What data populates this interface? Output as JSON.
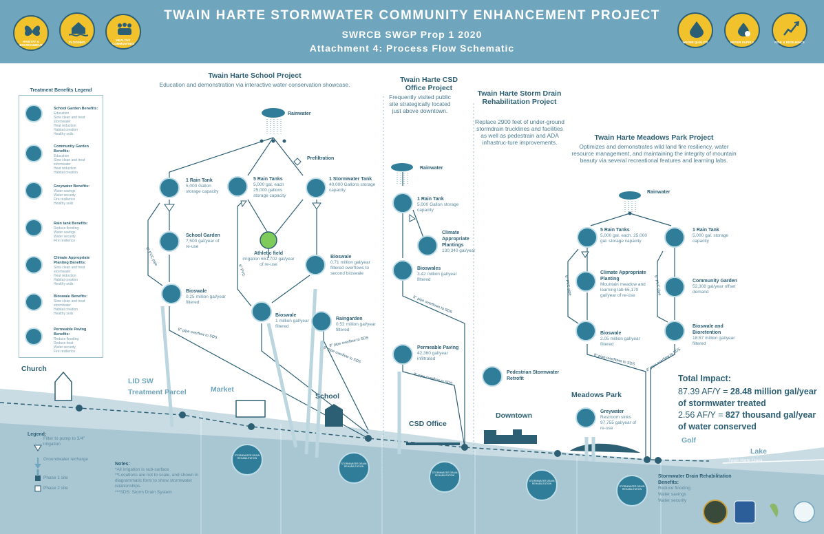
{
  "header": {
    "title": "TWAIN HARTE STORMWATER COMMUNITY ENHANCEMENT PROJECT",
    "subtitle1": "SWRCB SWGP Prop 1 2020",
    "subtitle2": "Attachment 4: Process Flow Schematic",
    "badges_left": [
      {
        "label": "HABITAT & ENVIRONMENT",
        "icon": "butterfly-icon"
      },
      {
        "label": "FLOODING",
        "icon": "house-flood-icon"
      },
      {
        "label": "HEALTHY COMMUNITIES",
        "icon": "people-icon"
      }
    ],
    "badges_right": [
      {
        "label": "WATER QUALITY",
        "icon": "droplet-icon"
      },
      {
        "label": "WATER SUPPLY",
        "icon": "faucet-drop-icon"
      },
      {
        "label": "RISK & RESILIENCE",
        "icon": "resilience-arrow-icon"
      }
    ]
  },
  "legend": {
    "title": "Treatment Benefits Legend",
    "items": [
      {
        "title": "School Garden Benefits:",
        "desc": "Education\nSlow clean and treat stormwater\nHeat reduction\nHabitat creation\nHealthy soils"
      },
      {
        "title": "Community Garden Benefits:",
        "desc": "Education\nSlow clean and treat stormwater\nHeat reduction\nHabitat creation"
      },
      {
        "title": "Greywater Benefits:",
        "desc": "Water savings\nWater security\nFire resilience\nHealthy soils"
      },
      {
        "title": "Rain tank Benefits:",
        "desc": "Reduce flooding\nWater savings\nWater security\nFire resilience"
      },
      {
        "title": "Climate Appropriate Planting Benefits:",
        "desc": "Slow clean and treat stormwater\nHeat reduction\nHabitat creation\nHealthy soils"
      },
      {
        "title": "Bioswale Benefits:",
        "desc": "Slow clean and treat stormwater\nHabitat creation\nHealthy soils"
      },
      {
        "title": "Permeable Paving Benefits:",
        "desc": "Reduce flooding\nReduce heat\nWater security\nFire resilience"
      }
    ]
  },
  "school": {
    "title": "Twain Harte School Project",
    "desc": "Education and demonstration via interactive water conservation showcase.",
    "rainwater": "Rainwater",
    "prefiltration": "Prefiltration",
    "tank1": {
      "t": "1 Rain Tank",
      "d": "5,000 Gallon storage capacity"
    },
    "tank5": {
      "t": "5 Rain Tanks",
      "d": "5,000 gal. each 25,000 gallons storage capacity"
    },
    "tankStorm": {
      "t": "1 Stormwater Tank",
      "d": "40,000 Gallons storage capacity"
    },
    "garden": {
      "t": "School Garden",
      "d": "7,500 gal/year of re-use"
    },
    "athletic": {
      "t": "Athletic field",
      "d": "irrigation 651,702 gal/year of re-use"
    },
    "bioswaleA": {
      "t": "Bioswale",
      "d": "0.71 million gal/year filtered overflows to second bioswale"
    },
    "bioswaleB": {
      "t": "Bioswale",
      "d": "0.25 million gal/year filtered"
    },
    "bioswaleC": {
      "t": "Bioswale",
      "d": "1 million gal/year filtered"
    },
    "raingarden": {
      "t": "Raingarden",
      "d": "0.52 million gal/year filtered"
    },
    "pvc1": "6\" PVC pipe",
    "pvc2": "6\" PVC",
    "sds1": "8\" pipe overflow to SDS",
    "sds2": "8\" pipe overflow to SDS",
    "sds3": "8\" pipe overflow to SDS"
  },
  "csd": {
    "title": "Twain Harte CSD Office  Project",
    "desc": "Frequently visited public site strategically located just above downtown.",
    "rainwater": "Rainwater",
    "tank": {
      "t": "1 Rain Tank",
      "d": "5,000 Gallon storage capacity"
    },
    "plantings": {
      "t": "Climate Appropriate Plantings",
      "d": "130,340 gal/year"
    },
    "bioswales": {
      "t": "Bioswales",
      "d": "3.42 million gal/year filtered"
    },
    "paving": {
      "t": "Permeable Paving",
      "d": "42,360 gal/year infiltrated"
    },
    "sds1": "8\" pipe overflows to SDS",
    "sds2": "8\" pipe overflow to SDS"
  },
  "drain": {
    "title": "Twain Harte Storm Drain Rehabilitation Project",
    "desc": "Replace 2900 feet of under-ground stormdrain trucklines and facilities as well as pedestrain and ADA infrastruc-ture improvements.",
    "ped": "Pedestrian Stormwater Retrofit"
  },
  "meadows": {
    "title": "Twain Harte Meadows Park Project",
    "desc": "Optimizes and demonstrates wild land fire resiliency, water resource management, and maintaining the integrity of mountain beauty via several recreational features and learning labs.",
    "rainwater": "Rainwater",
    "tank5": {
      "t": "5 Rain Tanks",
      "d": "5,000 gal. each. 25,000 gal. storage capacity"
    },
    "tank1": {
      "t": "1 Rain Tank",
      "d": "5,000 gal. storage capacity"
    },
    "planting": {
      "t": "Climate Appropriate Planting",
      "d": "Mountain meadow and learning lab 65,170 gal/year of re-use"
    },
    "community": {
      "t": "Community Garden",
      "d": "52,308 gal/year offset demand"
    },
    "bioswale": {
      "t": "Bioswale",
      "d": "2.05 million gal/year filtered"
    },
    "bioretention": {
      "t": "Bioswale and Bioretention",
      "d": "18.57 million gal/year filtered"
    },
    "greywater": {
      "t": "Greywater",
      "d": "Restroom sinks 97,755 gal/year of re-use"
    },
    "pvc1": "6\" PVC pipe",
    "pvc2": "6\" PVC pipe",
    "sds1": "8\" pipe overflows to SDS",
    "sds2": "8\" pipe overflow to SDS"
  },
  "impact": {
    "title": "Total Impact:",
    "line1a": "87.39 AF/Y = ",
    "line1b": "28.48 million gal/year",
    "line1c": "of stormwater treated",
    "line2a": "2.56 AF/Y = ",
    "line2b": "827 thousand gal/year",
    "line2c": "of water conserved"
  },
  "places": {
    "church": "Church",
    "lid": "LID SW\nTreatment Parcel",
    "market": "Market",
    "school": "School",
    "csd": "CSD Office",
    "downtown": "Downtown",
    "meadows": "Meadows Park",
    "golf": "Golf",
    "lake": "Lake",
    "creek": "Twain Harte Creek"
  },
  "bottom_legend": {
    "title": "Legend:",
    "filter": "Filter to pump to 3/4\" irrigation",
    "recharge": "Groundwater recharge",
    "phase1": "Phase 1 site",
    "phase2": "Phase 2 site"
  },
  "notes": {
    "title": "Notes:",
    "n1": "*All irrigation is sub-surface",
    "n2": "**Locations are not to scale, and shown in diagrammatic form to show stormwater relationships.",
    "n3": "***SDS: Storm Drain System"
  },
  "rehab_badge": "STORMWATER DRAIN REHABILITATION",
  "rehab": {
    "title": "Stormwater Drain Rehabilitation Benefits:",
    "d1": "Reduce flooding",
    "d2": "Water savings",
    "d3": "Water security"
  },
  "colors": {
    "header": "#6fa5bd",
    "navy": "#2c5f74",
    "gold": "#f2c22c",
    "ground": "#b9d2dd"
  }
}
